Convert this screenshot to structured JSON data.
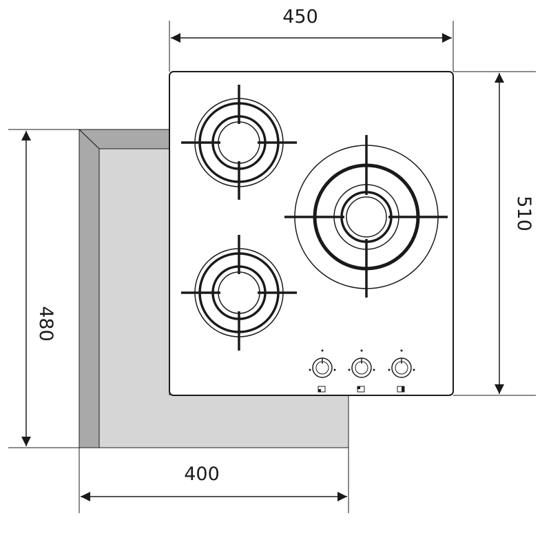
{
  "dimensions": {
    "hob_width": "450",
    "hob_depth": "510",
    "cutout_width": "400",
    "cutout_depth": "480"
  },
  "burners": [
    {
      "name": "small-burner-top-left"
    },
    {
      "name": "large-burner-right"
    },
    {
      "name": "small-burner-bottom-left"
    }
  ],
  "knobs": [
    {
      "name": "knob-1"
    },
    {
      "name": "knob-2"
    },
    {
      "name": "knob-3"
    }
  ],
  "colors": {
    "line": "#1a1a1a",
    "cutout_face": "#d6d6d6",
    "cutout_side": "#a9a9a9"
  }
}
